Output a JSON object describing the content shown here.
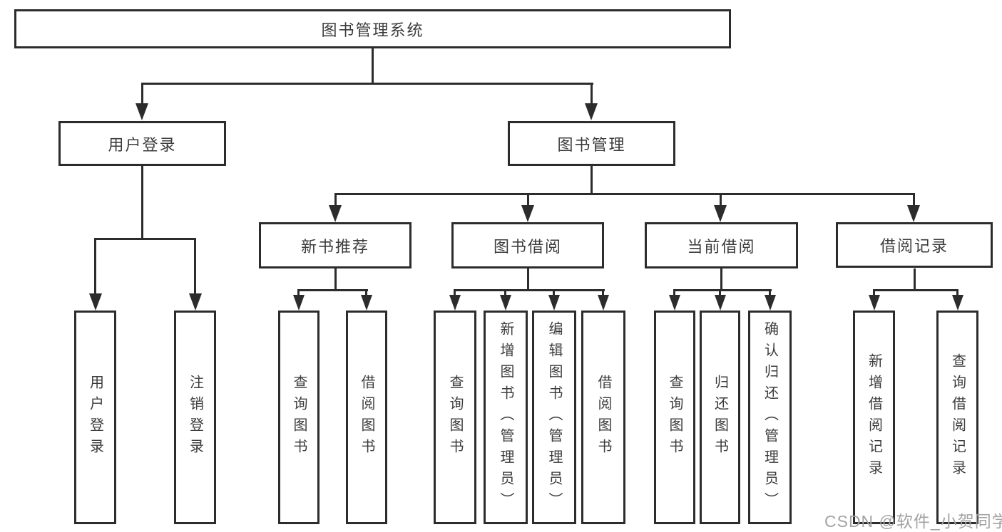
{
  "tree": {
    "label": "图书管理系统",
    "children": [
      {
        "label": "用户登录",
        "children": [
          {
            "label": "用户登录"
          },
          {
            "label": "注销登录"
          }
        ]
      },
      {
        "label": "图书管理",
        "children": [
          {
            "label": "新书推荐",
            "children": [
              {
                "label": "查询图书"
              },
              {
                "label": "借阅图书"
              }
            ]
          },
          {
            "label": "图书借阅",
            "children": [
              {
                "label": "查询图书"
              },
              {
                "label": "新增图书（管理员）"
              },
              {
                "label": "编辑图书（管理员）"
              },
              {
                "label": "借阅图书"
              }
            ]
          },
          {
            "label": "当前借阅",
            "children": [
              {
                "label": "查询图书"
              },
              {
                "label": "归还图书"
              },
              {
                "label": "确认归还（管理员）"
              }
            ]
          },
          {
            "label": "借阅记录",
            "children": [
              {
                "label": "新增借阅记录"
              },
              {
                "label": "查询借阅记录"
              }
            ]
          }
        ]
      }
    ]
  },
  "watermark": "CSDN @软件_小贺同学",
  "colors": {
    "line": "#2c2c2c",
    "text": "#3c3c3c",
    "wm": "#a3a3a3",
    "bg": "#ffffff"
  }
}
